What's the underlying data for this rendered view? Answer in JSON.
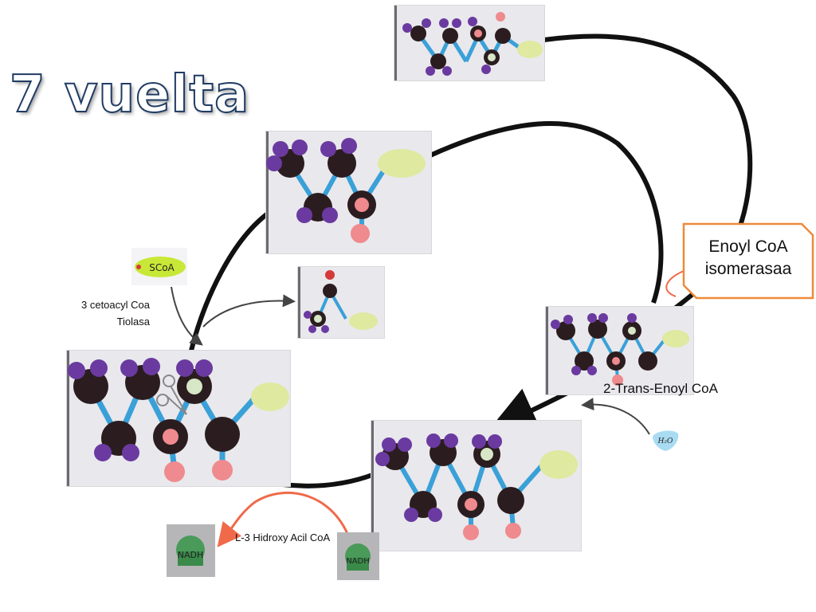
{
  "title": "7 vuelta",
  "callout": {
    "line1": "Enoyl CoA",
    "line2": "isomerasaa",
    "border_color": "#ef8a3a"
  },
  "labels": {
    "trans_enoyl": "2-Trans-Enoyl CoA",
    "cetoacyl_line1": "3 cetoacyl Coa",
    "cetoacyl_line2": "Tiolasa",
    "hidroxy": "L-3 Hidroxy Acil CoA"
  },
  "chips": {
    "scoa": "SCoA",
    "water": "H₂O",
    "nadh": "NADH"
  },
  "colors": {
    "path": "#111111",
    "arrow_red": "#f06a4a",
    "atom_dark": "#2b1d1f",
    "atom_purple": "#6a3aa0",
    "atom_pink": "#ef8a8e",
    "bond_blue": "#3aa0d8",
    "coa_green": "#dfe9a0"
  }
}
